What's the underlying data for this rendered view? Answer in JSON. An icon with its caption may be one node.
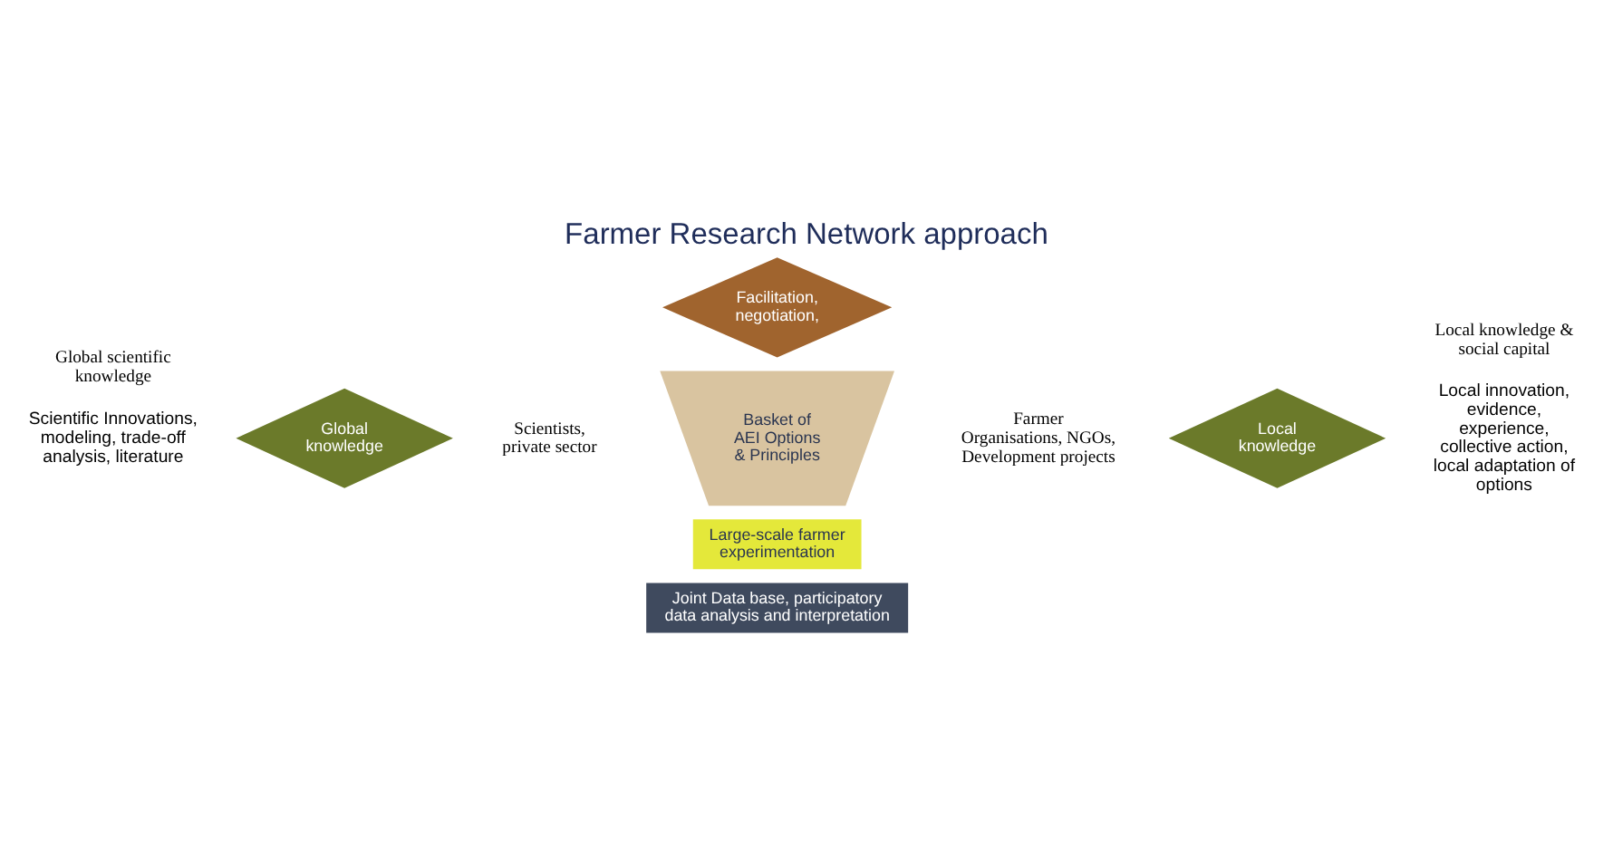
{
  "diagram": {
    "title": "Farmer Research Network approach",
    "nodes": [
      {
        "text": [
          "Global knowledge"
        ]
      },
      {
        "text": [
          "Facilitation, negotiation,"
        ]
      },
      {
        "text": [
          "Basket of AEI Options & Principles"
        ]
      },
      {
        "text": [
          "Large-scale farmer experimentation"
        ]
      },
      {
        "text": [
          "Joint Data base, participatory data analysis and interpretation"
        ]
      },
      {
        "text": [
          "Local knowledge"
        ]
      }
    ],
    "edges": [],
    "labels": [
      "Global scientific knowledge",
      "Scientific Innovations, modeling, trade-off analysis, literature",
      "Scientists, private sector",
      "Farmer Organisations, NGOs, Development projects",
      "Local knowledge & social capital",
      "Local innovation, evidence, experience, collective action, local adaptation of options"
    ]
  }
}
